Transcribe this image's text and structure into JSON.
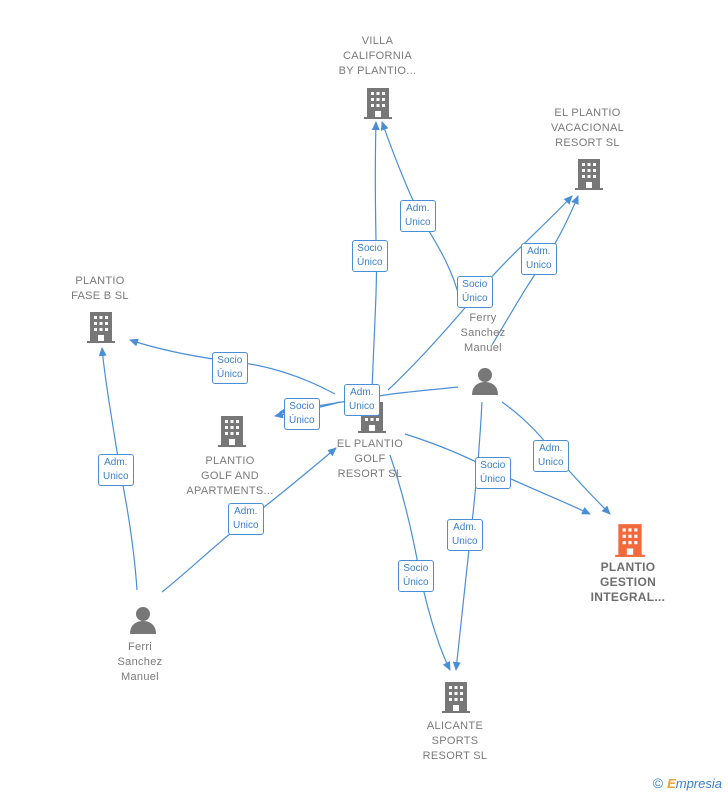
{
  "nodes": {
    "villa_california": {
      "label": "VILLA\nCALIFORNIA\nBY PLANTIO...",
      "icon": "building-icon",
      "color": "#777777"
    },
    "el_plantio_vacacional": {
      "label": "EL PLANTIO\nVACACIONAL\nRESORT  SL",
      "icon": "building-icon",
      "color": "#777777"
    },
    "plantio_fase_b": {
      "label": "PLANTIO\nFASE B  SL",
      "icon": "building-icon",
      "color": "#777777"
    },
    "plantio_golf_apartments": {
      "label": "PLANTIO\nGOLF AND\nAPARTMENTS...",
      "icon": "building-icon",
      "color": "#777777"
    },
    "el_plantio_golf_resort": {
      "label": "EL PLANTIO\nGOLF\nRESORT SL",
      "icon": "building-icon",
      "color": "#777777"
    },
    "plantio_gestion_integral": {
      "label": "PLANTIO\nGESTION\nINTEGRAL...",
      "icon": "building-icon",
      "color": "#f26a3c"
    },
    "alicante_sports_resort": {
      "label": "ALICANTE\nSPORTS\nRESORT  SL",
      "icon": "building-icon",
      "color": "#777777"
    },
    "ferry_sanchez_manuel": {
      "label": "Ferry\nSanchez\nManuel",
      "icon": "person-icon",
      "color": "#777777"
    },
    "ferri_sanchez_manuel": {
      "label": "Ferri\nSanchez\nManuel",
      "icon": "person-icon",
      "color": "#777777"
    }
  },
  "badges": [
    {
      "id": "b1",
      "text": "Adm.\nUnico"
    },
    {
      "id": "b2",
      "text": "Socio\nÚnico"
    },
    {
      "id": "b3",
      "text": "Adm.\nUnico"
    },
    {
      "id": "b4",
      "text": "Socio\nÚnico"
    },
    {
      "id": "b5",
      "text": "Socio\nÚnico"
    },
    {
      "id": "b6",
      "text": "Adm.\nUnico"
    },
    {
      "id": "b7",
      "text": "Socio\nÚnico"
    },
    {
      "id": "b8",
      "text": "Adm.\nUnico"
    },
    {
      "id": "b9",
      "text": "Socio\nÚnico"
    },
    {
      "id": "b10",
      "text": "Adm.\nUnico"
    },
    {
      "id": "b11",
      "text": "Adm.\nUnico"
    },
    {
      "id": "b12",
      "text": "Adm.\nUnico"
    },
    {
      "id": "b13",
      "text": "Socio\nÚnico"
    }
  ],
  "colors": {
    "edge": "#4a8fd6",
    "node_gray": "#777777",
    "focus": "#f26a3c"
  },
  "brand": {
    "copyright": "©",
    "e": "E",
    "rest": "mpresia"
  }
}
